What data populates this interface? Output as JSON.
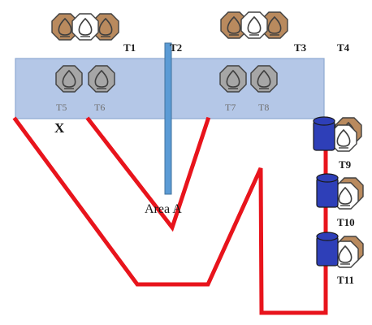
{
  "colors": {
    "platform_fill": "#b4c7e7",
    "platform_stroke": "#8ea9d1",
    "pole_fill": "#5b9bd5",
    "pole_stroke": "#41719c",
    "path_red": "#e8141c",
    "coin_brown": "#b98a5e",
    "coin_white": "#ffffff",
    "coin_gray": "#a6a6a6",
    "barrel_blue": "#2e3fb8"
  },
  "icons": {
    "coin_stack": "coin-stack-icon",
    "gray_coin": "gray-coin-icon",
    "barrel": "barrel-icon"
  },
  "labels": {
    "t1": "T1",
    "t2": "T2",
    "t3": "T3",
    "t4": "T4",
    "t5": "T5",
    "t6": "T6",
    "t7": "T7",
    "t8": "T8",
    "t9": "T9",
    "t10": "T10",
    "t11": "T11",
    "x": "X",
    "area_a": "Area A"
  }
}
